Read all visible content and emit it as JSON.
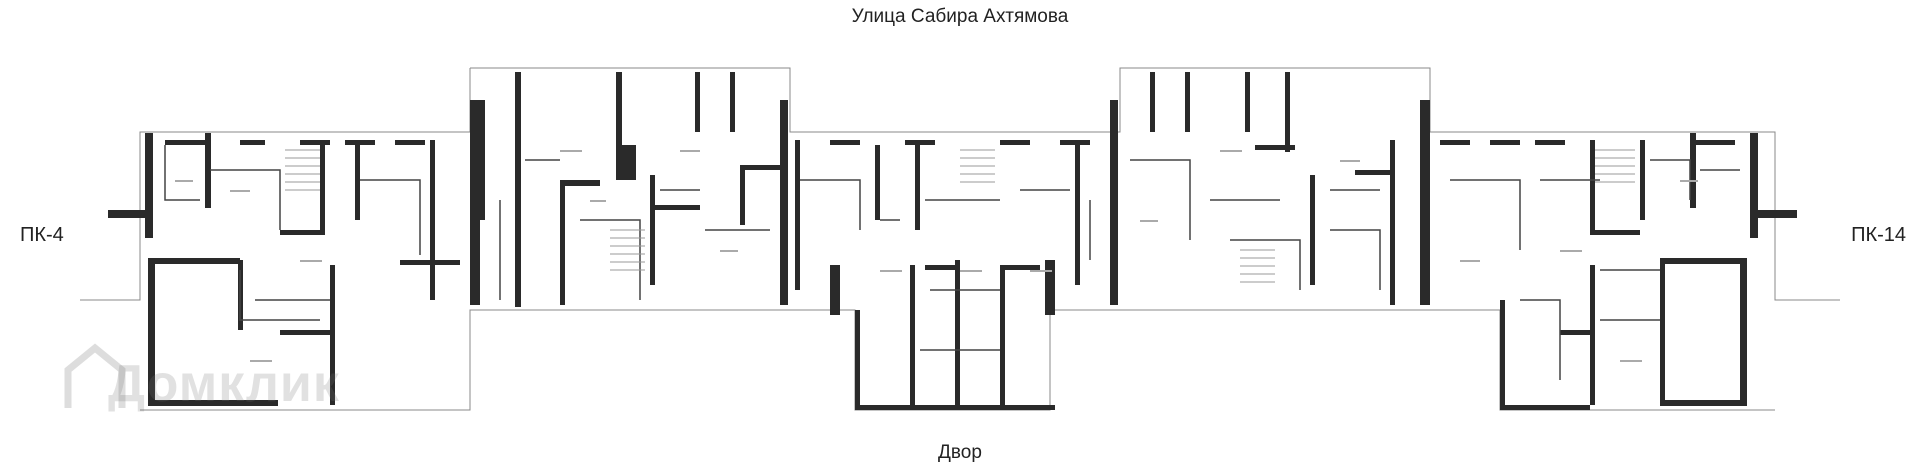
{
  "plan": {
    "street_label": "Улица Сабира Ахтямова",
    "yard_label": "Двор",
    "entrance_left": "ПК-4",
    "entrance_right": "ПК-14"
  },
  "watermark": {
    "text": "Домклик",
    "icon": "house-logo-icon"
  },
  "colors": {
    "wall": "#2a2a2a",
    "thin_line": "#777777",
    "background": "#ffffff"
  }
}
